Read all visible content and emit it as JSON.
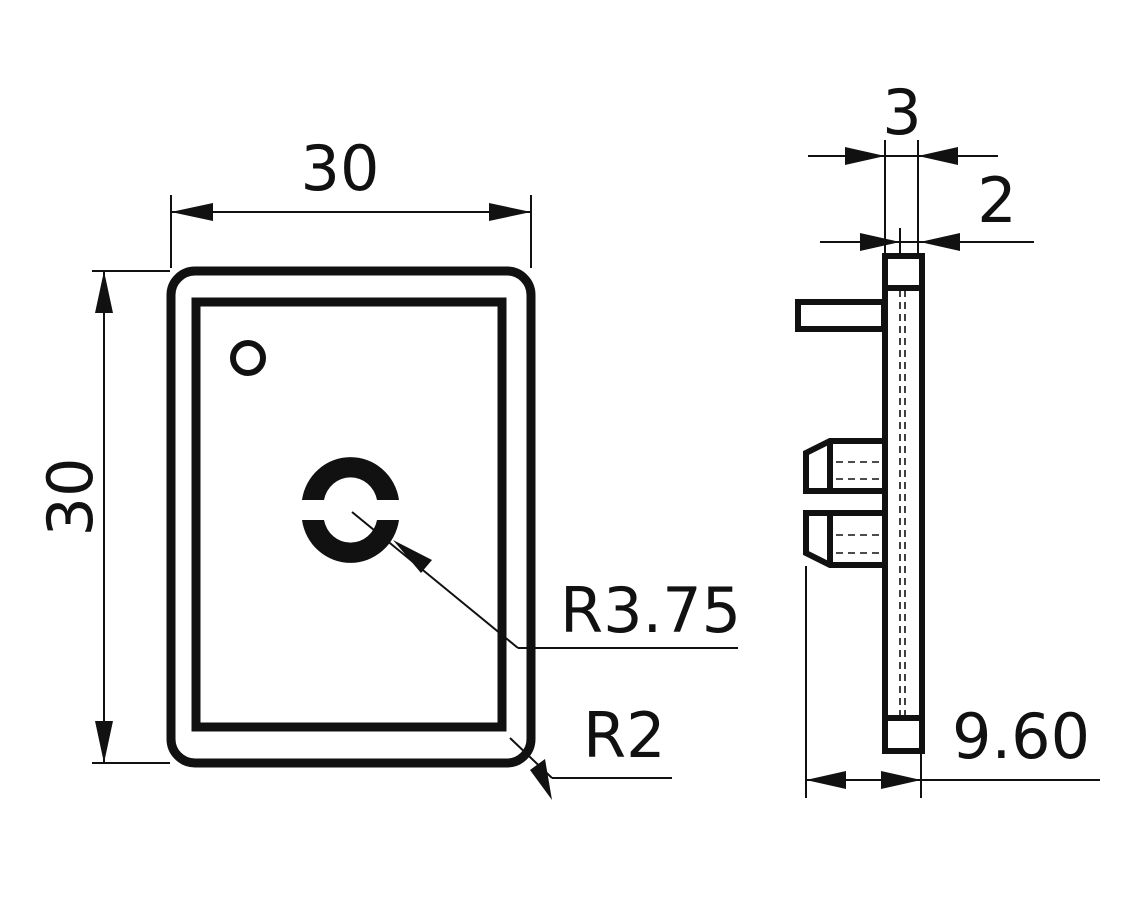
{
  "drawing": {
    "front_view": {
      "width_label": "30",
      "height_label": "30",
      "hole_radius_label": "R3.75",
      "corner_radius_label": "R2"
    },
    "side_view": {
      "top_dim_label": "3",
      "flange_dim_label": "2",
      "depth_label": "9.60"
    },
    "line_color": "#111111",
    "background": "#ffffff"
  }
}
